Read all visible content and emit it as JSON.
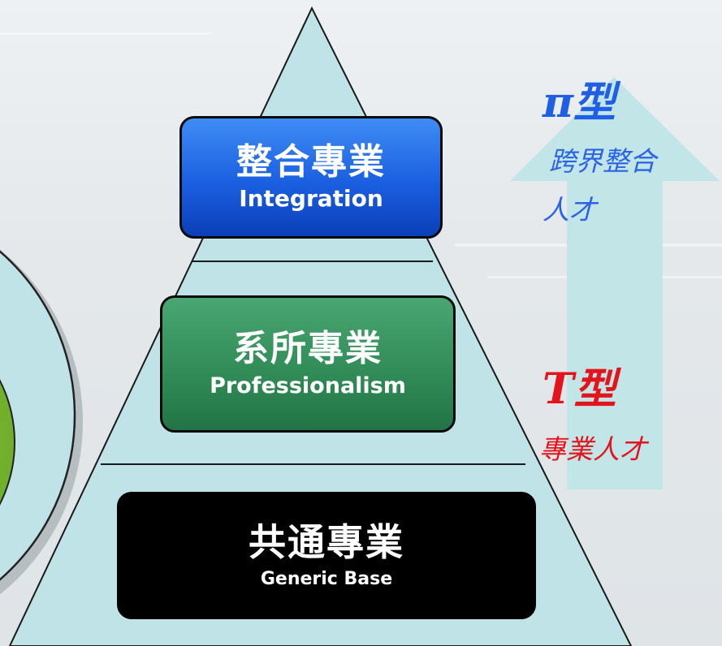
{
  "pyramid": {
    "top": {
      "zh": "整合專業",
      "en": "Integration",
      "color": "#1a5fe0"
    },
    "middle": {
      "zh": "系所專業",
      "en": "Professionalism",
      "color": "#2f8a55"
    },
    "base": {
      "zh": "共通專業",
      "en": "Generic Base",
      "color": "#000000"
    },
    "fill_color": "#bfe3e6"
  },
  "arrow": {
    "color": "#c2e6e8"
  },
  "pi_type": {
    "title": "π型",
    "desc_line1": "跨界整合",
    "desc_line2": "人才",
    "color": "#1f5fe6"
  },
  "t_type": {
    "title": "T型",
    "desc": "專業人才",
    "color": "#e3141b"
  },
  "left_circle": {
    "outer_color": "#bfe3e6",
    "inner_color": "#8cc63f"
  }
}
